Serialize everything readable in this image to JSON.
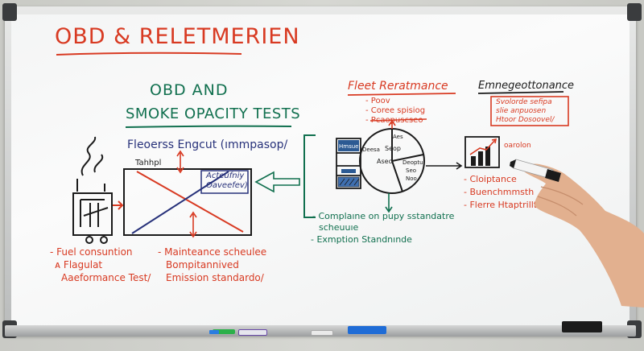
{
  "board": {
    "title": "OBD & RELETMERIEN",
    "subtitle_line1": "OBD AND",
    "subtitle_line2": "SMOKE OPACITY TESTS",
    "graph_heading": "Fleoerss Engcut (ımmpasop/",
    "graph_label_top": "Tahhpl",
    "graph_box_line1": "Acteufniy",
    "graph_box_line2": "Oaveefev)",
    "vehicle_notes": [
      "- Fuel consuntion",
      "ᴀ Flagulat",
      "Aaeformance Test/"
    ],
    "maintenance_notes": [
      "- Mainteance scheulee",
      "Bompitannived",
      "Emission standardo/"
    ],
    "fleet_heading": "Fleet Reratmance",
    "fleet_bullets": [
      "- Poov",
      "- Coree spisiog",
      "- Pcaopuscseo"
    ],
    "pie_labels": [
      "Aseo",
      "Seop",
      "Deoptu",
      "Seo",
      "Noo",
      "Aes"
    ],
    "server_labels": [
      "Hmsue",
      "Deesa"
    ],
    "compliance_notes": [
      "- Complaıne on pupy sstandatre",
      "scheuuıe",
      "- Exmption Standnınde"
    ],
    "emergency_heading": "Emnegeottonance",
    "emergency_box": [
      "Svolorde sefipa",
      "slie anpuosen",
      "Htoor Dosoovel/"
    ],
    "chart_label": "oarolon",
    "emergency_bullets": [
      "- Cloiptance",
      "- Buenchmmsth",
      "- Flerre Htaptrillt"
    ]
  },
  "colors": {
    "red_marker": "#d83a22",
    "green_marker": "#11704f",
    "navy_marker": "#27317a",
    "black_marker": "#1b1b1b",
    "eraser_blue": "#1f6cd6"
  }
}
